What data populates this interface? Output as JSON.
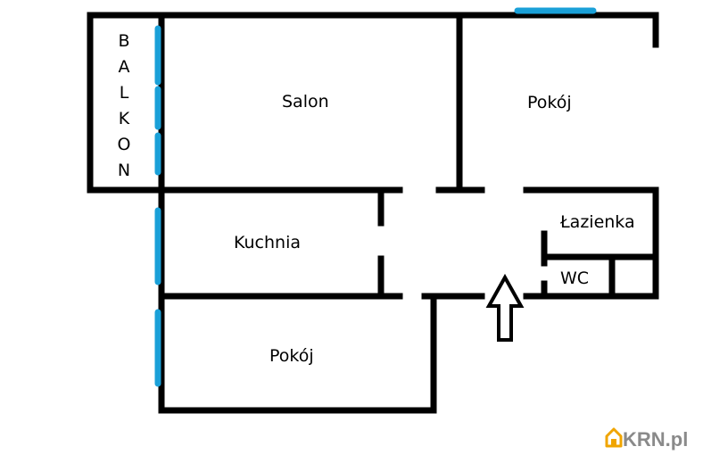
{
  "rooms": {
    "salon": "Salon",
    "pokoj_top": "Pokój",
    "kuchnia": "Kuchnia",
    "lazienka": "Łazienka",
    "wc": "WC",
    "pokoj_bottom": "Pokój"
  },
  "balkon_letters": [
    "B",
    "A",
    "L",
    "K",
    "O",
    "N"
  ],
  "logo": {
    "text": "KRN.pl"
  },
  "colors": {
    "wall": "#000000",
    "window": "#1aa0d8",
    "logo": "#8a8a8a",
    "logo_house": "#f0a500"
  }
}
